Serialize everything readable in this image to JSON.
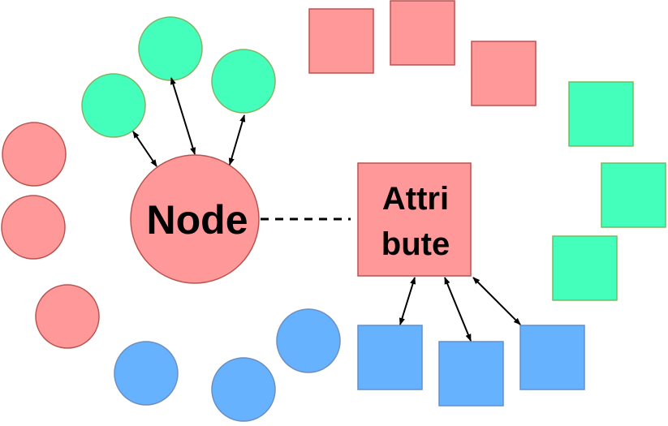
{
  "nodes": {
    "node_label": "Node",
    "attribute_label_line1": "Attri",
    "attribute_label_line2": "bute"
  },
  "colors": {
    "pink_fill": "#ff9999",
    "pink_stroke": "#b85450",
    "green_fill": "#44ffbb",
    "green_stroke": "#82b366",
    "blue_fill": "#66b2ff",
    "blue_stroke": "#6c8ebf",
    "edge": "#000000"
  }
}
